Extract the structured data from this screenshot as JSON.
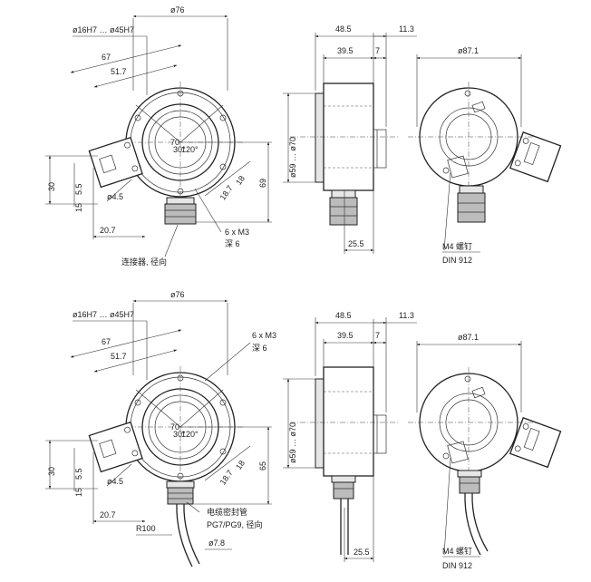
{
  "top": {
    "front": {
      "dim_outer": "ø76",
      "dim_bore": "ø16H7 … ø45H7",
      "dim_67": "67",
      "dim_51_7": "51.7",
      "dim_30": "30",
      "dim_5_5": "5.5",
      "dim_15": "15",
      "dim_4_5": "ø4.5",
      "dim_20_7": "20.7",
      "dim_18_7": "18.7",
      "dim_18": "18",
      "dim_69": "69",
      "thread": "6 x M3",
      "depth": "深 6",
      "connector_note": "连接器, 径向",
      "angle_a": "70",
      "angle_b": "30°",
      "angle_c": "120°"
    },
    "side": {
      "dim_48_5": "48.5",
      "dim_11_3": "11.3",
      "dim_39_5": "39.5",
      "dim_7": "7",
      "dim_dia": "ø59 … ø70",
      "dim_25_5": "25.5"
    },
    "rear": {
      "dim_87_1": "ø87.1",
      "screw_note": "M4 螺钉",
      "din": "DIN 912"
    }
  },
  "bottom": {
    "front": {
      "dim_outer": "ø76",
      "dim_bore": "ø16H7 … ø45H7",
      "dim_67": "67",
      "dim_51_7": "51.7",
      "dim_30": "30",
      "dim_5_5": "5.5",
      "dim_15": "15",
      "dim_4_5": "ø4.5",
      "dim_20_7": "20.7",
      "dim_18_7": "18.7",
      "dim_18": "18",
      "dim_65": "65",
      "thread": "6 x M3",
      "depth": "深 6",
      "r100": "R100",
      "dim_7_8": "ø7.8",
      "gland_note": "电缆密封管",
      "gland_note2": "PG7/PG9, 径向",
      "angle_a": "70",
      "angle_b": "30°",
      "angle_c": "120°"
    },
    "side": {
      "dim_48_5": "48.5",
      "dim_11_3": "11.3",
      "dim_39_5": "39.5",
      "dim_7": "7",
      "dim_dia": "ø59 … ø70",
      "dim_25_5": "25.5"
    },
    "rear": {
      "dim_87_1": "ø87.1",
      "screw_note": "M4 螺钉",
      "din": "DIN 912"
    }
  }
}
